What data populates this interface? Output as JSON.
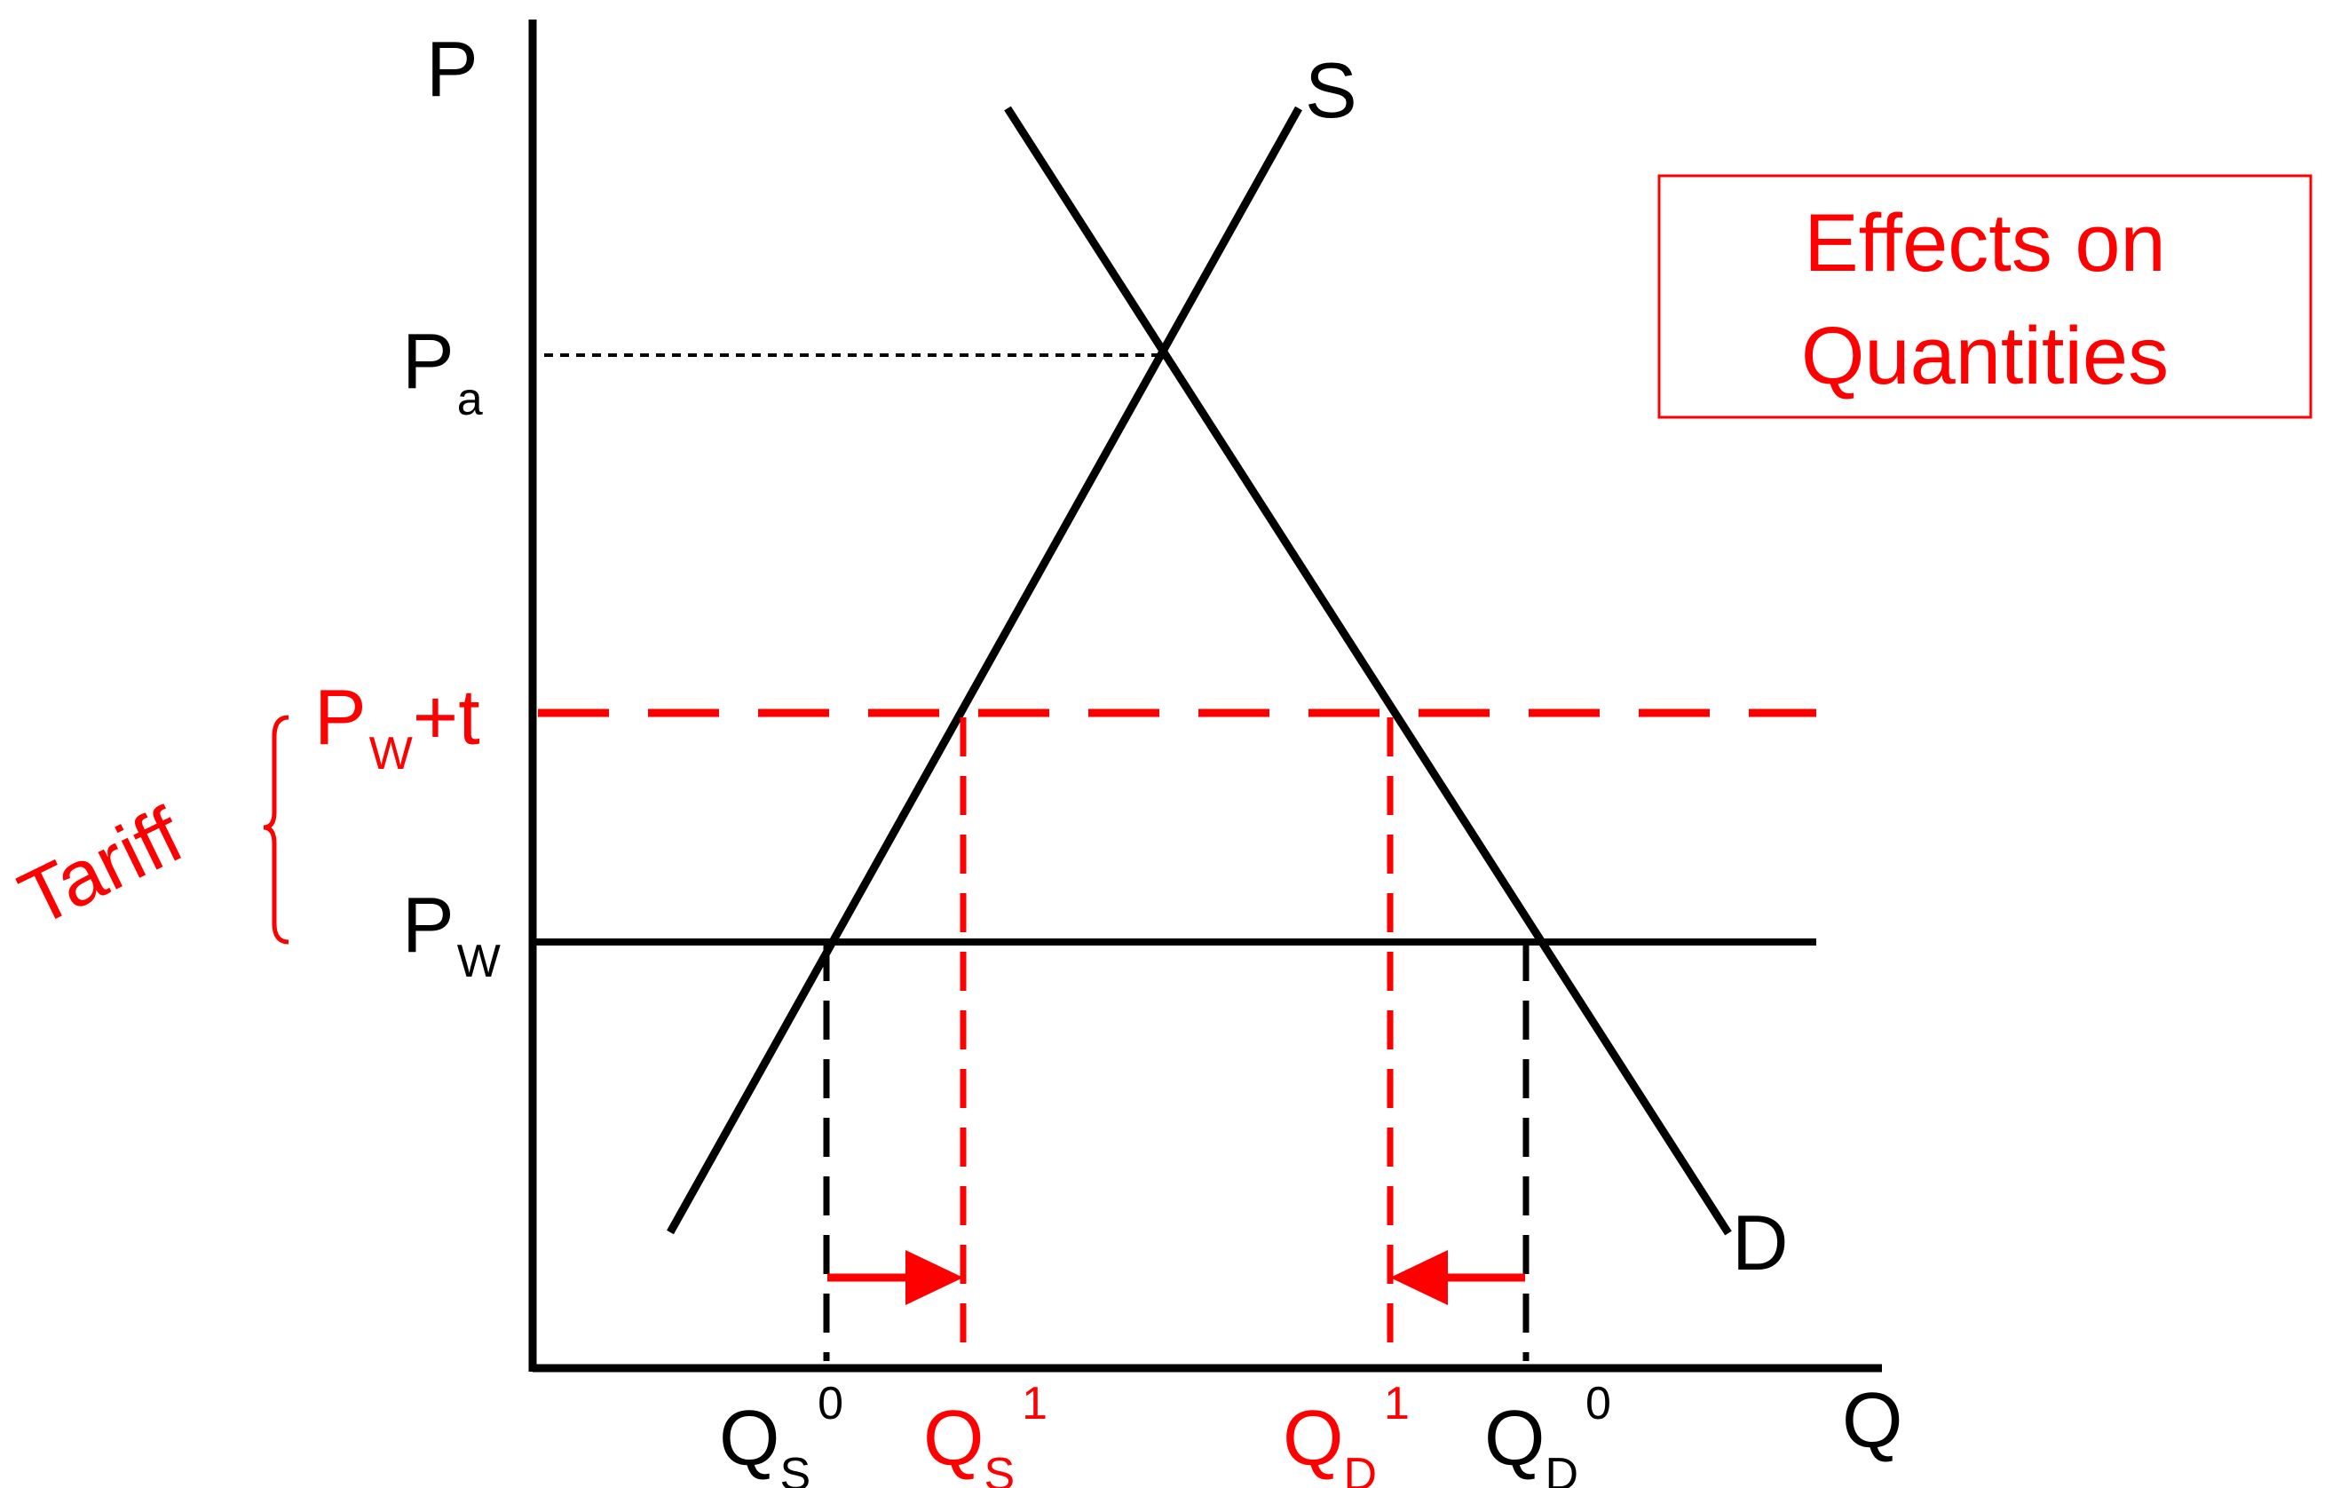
{
  "colors": {
    "black": "#000000",
    "red": "#ff0000"
  },
  "axes": {
    "y_label": "P",
    "x_label": "Q"
  },
  "curves": {
    "supply_label": "S",
    "demand_label": "D"
  },
  "prices": {
    "autarky": {
      "main": "P",
      "sub": "a"
    },
    "world": {
      "main": "P",
      "sub": "W"
    },
    "tariff": {
      "main": "P",
      "sub": "W",
      "suffix": "+t"
    }
  },
  "tariff_bracket_label": "Tariff",
  "quantities": {
    "qs0": {
      "main": "Q",
      "sub": "S",
      "sup": "0"
    },
    "qs1": {
      "main": "Q",
      "sub": "S",
      "sup": "1"
    },
    "qd1": {
      "main": "Q",
      "sub": "D",
      "sup": "1"
    },
    "qd0": {
      "main": "Q",
      "sub": "D",
      "sup": "0"
    }
  },
  "title_box": {
    "line1": "Effects on",
    "line2": "Quantities"
  }
}
